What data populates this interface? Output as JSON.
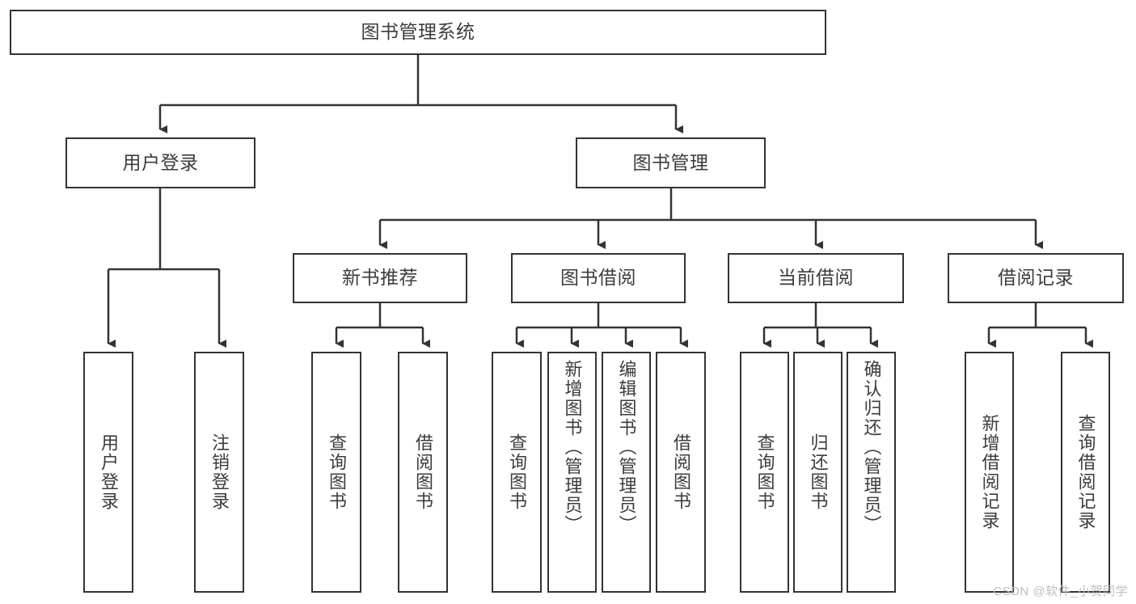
{
  "diagram": {
    "title": "图书管理系统",
    "type": "hierarchy-tree",
    "watermark": "CSDN @软件_小贺同学",
    "colors": {
      "background": "#ffffff",
      "box_fill": "#ffffff",
      "box_border": "#333333",
      "text": "#3c3c3c",
      "connector": "#333333",
      "watermark": "#bdbdbd"
    },
    "root": {
      "label": "图书管理系统"
    },
    "level2": [
      {
        "label": "用户登录"
      },
      {
        "label": "图书管理"
      }
    ],
    "level3": [
      {
        "label": "新书推荐"
      },
      {
        "label": "图书借阅"
      },
      {
        "label": "当前借阅"
      },
      {
        "label": "借阅记录"
      }
    ],
    "leaves": {
      "user_login": [
        {
          "label": "用户登录"
        },
        {
          "label": "注销登录"
        }
      ],
      "new_book": [
        {
          "label": "查询图书"
        },
        {
          "label": "借阅图书"
        }
      ],
      "book_borrow": [
        {
          "label": "查询图书"
        },
        {
          "label": "新增图书（管理员）"
        },
        {
          "label": "编辑图书（管理员）"
        },
        {
          "label": "借阅图书"
        }
      ],
      "current_borrow": [
        {
          "label": "查询图书"
        },
        {
          "label": "归还图书"
        },
        {
          "label": "确认归还（管理员）"
        }
      ],
      "borrow_record": [
        {
          "label": "新增借阅记录"
        },
        {
          "label": "查询借阅记录"
        }
      ]
    }
  }
}
